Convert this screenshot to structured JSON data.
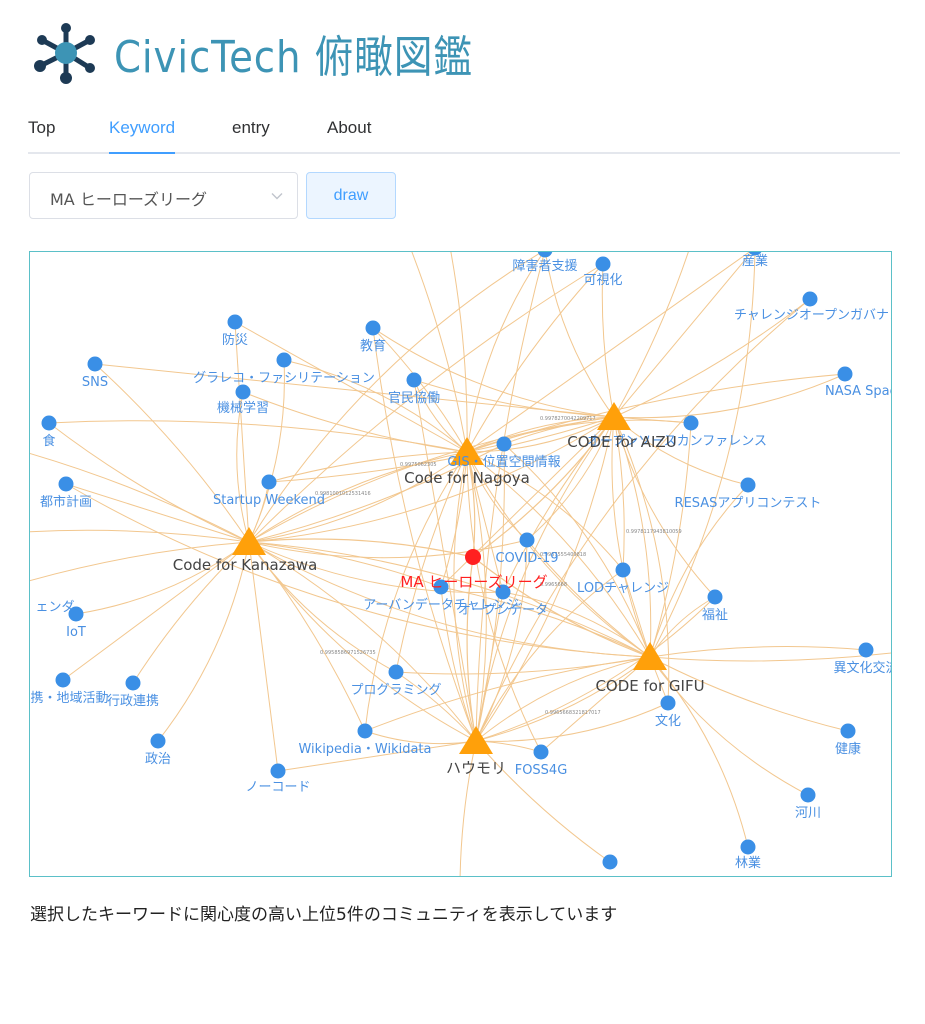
{
  "header": {
    "title": "CivicTech 俯瞰図鑑",
    "logo_icon": "network-hub-icon",
    "accent": "#3d94b5"
  },
  "nav": {
    "tabs": [
      {
        "label": "Top",
        "active": false
      },
      {
        "label": "Keyword",
        "active": true
      },
      {
        "label": "entry",
        "active": false
      },
      {
        "label": "About",
        "active": false
      }
    ]
  },
  "controls": {
    "keyword_value": "MA ヒーローズリーグ",
    "dropdown_icon": "chevron-down-icon",
    "draw_label": "draw"
  },
  "graph": {
    "selected": "MA ヒーローズリーグ",
    "communities": [
      "Code for Kanazawa",
      "Code for Nagoya",
      "CODE for AIZU",
      "CODE for GIFU",
      "ハウモリ"
    ],
    "keywords": [
      "障害者支援",
      "可視化",
      "産業",
      "チャレンジオープンガバナン",
      "NASA Space Apps Ch",
      "防災",
      "教育",
      "SNS",
      "グラレコ・ファシリテーション",
      "官民協働",
      "機械学習",
      "食",
      "オープンソースカンファレンス",
      "GIS・位置空間情報",
      "都市計画",
      "Startup Weekend",
      "RESASアプリコンテスト",
      "COVID-19",
      "LODチャレンジ",
      "ェンダ",
      "IoT",
      "アーバンデータチャレンジ",
      "オープンデータ",
      "福祉",
      "異文化交流",
      "連携・地域活動",
      "行政連携",
      "プログラミング",
      "文化",
      "健康",
      "政治",
      "Wikipedia・Wikidata",
      "FOSS4G",
      "ノーコード",
      "河川",
      "林業"
    ],
    "edge_scores": [
      "0.9978270042209717",
      "0.9975062305",
      "0.9981001012531416",
      "0.9978117943810059",
      "0.9967555409818",
      "0.9965668",
      "0.9958586971526735",
      "0.9965668321817017"
    ],
    "colors": {
      "community": "#ffa00a",
      "keyword": "#3a8fe6",
      "selected": "#ff2020",
      "edge": "#f2c78f",
      "keyword_label": "#4a90e2"
    }
  },
  "caption": "選択したキーワードに関心度の高い上位5件のコミュニティを表示しています"
}
